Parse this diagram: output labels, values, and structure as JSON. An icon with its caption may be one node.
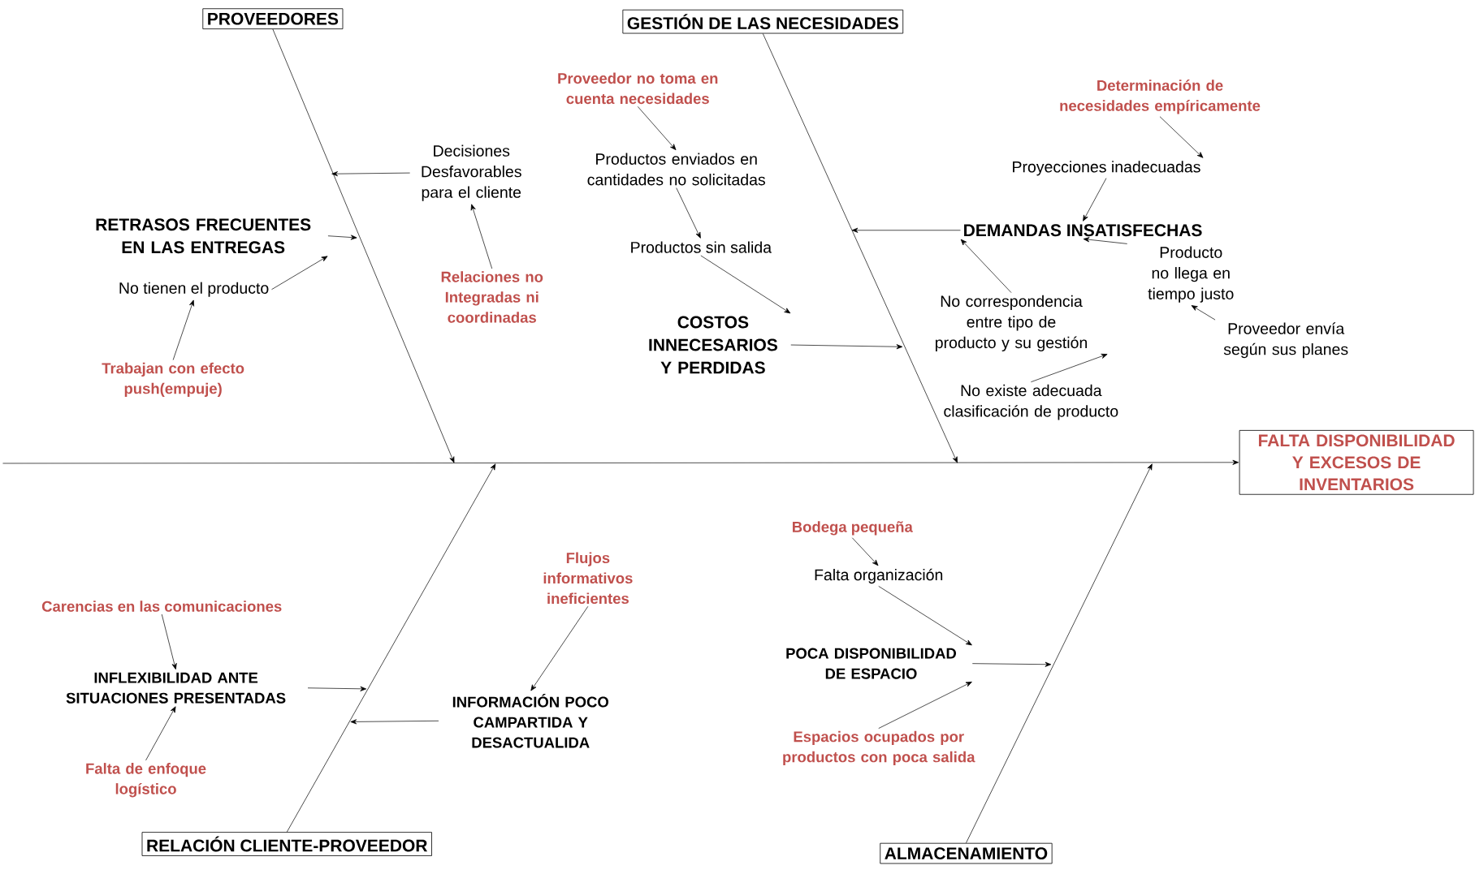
{
  "diagram": {
    "nodes": [
      {
        "text": [
          "PROVEEDORES"
        ]
      },
      {
        "text": [
          "GESTIÓN DE LAS NECESIDADES"
        ]
      },
      {
        "text": [
          "FALTA DISPONIBILIDAD Y EXCESOS DE INVENTARIOS"
        ]
      },
      {
        "text": [
          "RELACIÓN CLIENTE-PROVEEDOR"
        ]
      },
      {
        "text": [
          "ALMACENAMIENTO"
        ]
      },
      {
        "text": [
          "Decisiones Desfavorables para el cliente"
        ]
      },
      {
        "text": [
          "RETRASOS FRECUENTES EN LAS ENTREGAS"
        ]
      },
      {
        "text": [
          "No tienen el producto"
        ]
      },
      {
        "text": [
          "Relaciones no Integradas ni coordinadas"
        ]
      },
      {
        "text": [
          "Trabajan con efecto push(empuje)"
        ]
      },
      {
        "text": [
          "Proveedor no toma en cuenta necesidades"
        ]
      },
      {
        "text": [
          "Productos enviados en cantidades no solicitadas"
        ]
      },
      {
        "text": [
          "Productos sin salida"
        ]
      },
      {
        "text": [
          "COSTOS INNECESARIOS Y PERDIDAS"
        ]
      },
      {
        "text": [
          "Determinación de necesidades empíricamente"
        ]
      },
      {
        "text": [
          "Proyecciones inadecuadas"
        ]
      },
      {
        "text": [
          "DEMANDAS INSATISFECHAS"
        ]
      },
      {
        "text": [
          "Producto no llega en tiempo justo"
        ]
      },
      {
        "text": [
          "Proveedor envía según sus planes"
        ]
      },
      {
        "text": [
          "No correspondencia entre tipo de producto y su gestión"
        ]
      },
      {
        "text": [
          "No existe adecuada clasificación de producto"
        ]
      },
      {
        "text": [
          "Carencias en las comunicaciones"
        ]
      },
      {
        "text": [
          "INFLEXIBILIDAD ANTE SITUACIONES PRESENTADAS"
        ]
      },
      {
        "text": [
          "Falta de enfoque logístico"
        ]
      },
      {
        "text": [
          "Flujos informativos ineficientes"
        ]
      },
      {
        "text": [
          "INFORMACIÓN POCO CAMPARTIDA Y DESACTUALIDA"
        ]
      },
      {
        "text": [
          "Bodega pequeña"
        ]
      },
      {
        "text": [
          "Falta organización"
        ]
      },
      {
        "text": [
          "POCA DISPONIBILIDAD DE ESPACIO"
        ]
      },
      {
        "text": [
          "Espacios ocupados por productos con poca salida"
        ]
      }
    ],
    "edges": [
      {
        "from": null,
        "to": 2,
        "arrow": "to"
      },
      {
        "from": 0,
        "to": null,
        "arrow": "to"
      },
      {
        "from": 1,
        "to": null,
        "arrow": "to"
      },
      {
        "from": 3,
        "to": null,
        "arrow": "to"
      },
      {
        "from": 4,
        "to": null,
        "arrow": "to"
      },
      {
        "from": 5,
        "to": null,
        "arrow": "to"
      },
      {
        "from": 6,
        "to": null,
        "arrow": "to"
      },
      {
        "from": 7,
        "to": 6,
        "arrow": "to"
      },
      {
        "from": 9,
        "to": 7,
        "arrow": "to"
      },
      {
        "from": 8,
        "to": 5,
        "arrow": "to"
      },
      {
        "from": 10,
        "to": 11,
        "arrow": "to"
      },
      {
        "from": 11,
        "to": 12,
        "arrow": "to"
      },
      {
        "from": 12,
        "to": 13,
        "arrow": "to"
      },
      {
        "from": 13,
        "to": null,
        "arrow": "to"
      },
      {
        "from": 14,
        "to": 15,
        "arrow": "to"
      },
      {
        "from": 15,
        "to": 16,
        "arrow": "to"
      },
      {
        "from": 16,
        "to": null,
        "arrow": "to"
      },
      {
        "from": 17,
        "to": 16,
        "arrow": "to"
      },
      {
        "from": 18,
        "to": 17,
        "arrow": "to"
      },
      {
        "from": 19,
        "to": 16,
        "arrow": "to"
      },
      {
        "from": 20,
        "to": 19,
        "arrow": "to"
      },
      {
        "from": 21,
        "to": 22,
        "arrow": "to"
      },
      {
        "from": 23,
        "to": 22,
        "arrow": "to"
      },
      {
        "from": 22,
        "to": null,
        "arrow": "to"
      },
      {
        "from": 24,
        "to": 25,
        "arrow": "to"
      },
      {
        "from": 25,
        "to": null,
        "arrow": "to"
      },
      {
        "from": 26,
        "to": 27,
        "arrow": "to"
      },
      {
        "from": 27,
        "to": 28,
        "arrow": "to"
      },
      {
        "from": 29,
        "to": 28,
        "arrow": "to"
      },
      {
        "from": 28,
        "to": null,
        "arrow": "to"
      }
    ]
  }
}
